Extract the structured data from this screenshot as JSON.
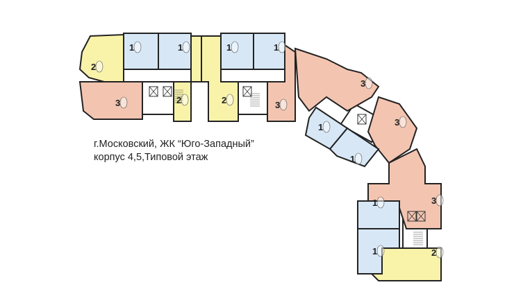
{
  "caption": {
    "line1": "г.Московский, ЖК “Юго-Западный”",
    "line2": "корпус 4,5,Типовой этаж"
  },
  "colors": {
    "one_room": "#d7e7f6",
    "two_room": "#f8f3a9",
    "three_room": "#f3c5b1",
    "walls": "#222222"
  },
  "apartments": [
    {
      "rooms": "2",
      "type": "two_room"
    },
    {
      "rooms": "1",
      "type": "one_room"
    },
    {
      "rooms": "1",
      "type": "one_room"
    },
    {
      "rooms": "2",
      "type": "two_room"
    },
    {
      "rooms": "2",
      "type": "two_room"
    },
    {
      "rooms": "1",
      "type": "one_room"
    },
    {
      "rooms": "1",
      "type": "one_room"
    },
    {
      "rooms": "3",
      "type": "three_room"
    },
    {
      "rooms": "3",
      "type": "three_room"
    },
    {
      "rooms": "3",
      "type": "three_room"
    },
    {
      "rooms": "3",
      "type": "three_room"
    },
    {
      "rooms": "1",
      "type": "one_room"
    },
    {
      "rooms": "1",
      "type": "one_room"
    },
    {
      "rooms": "3",
      "type": "three_room"
    },
    {
      "rooms": "1",
      "type": "one_room"
    },
    {
      "rooms": "1",
      "type": "one_room"
    },
    {
      "rooms": "2",
      "type": "two_room"
    }
  ]
}
